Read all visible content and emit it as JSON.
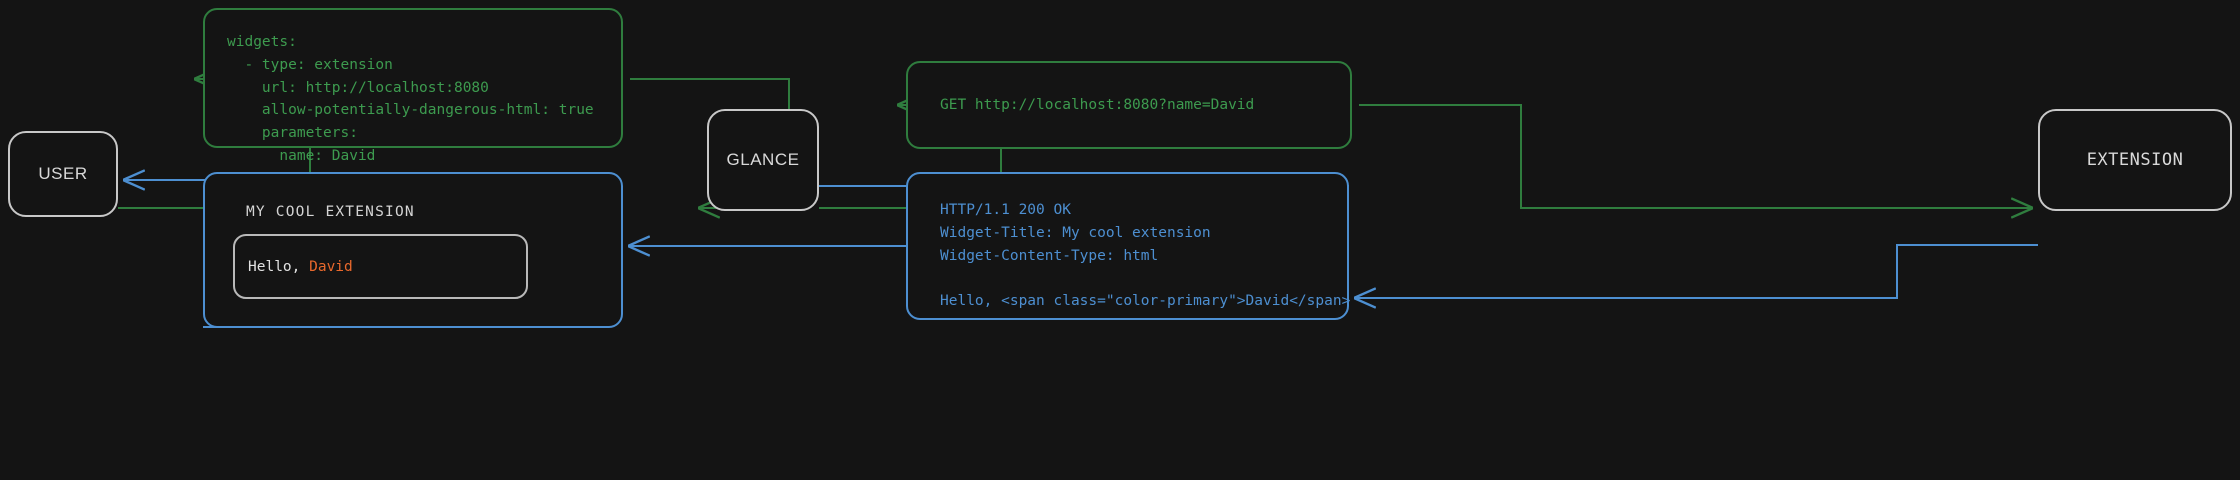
{
  "theme": {
    "background": "#141414",
    "node_border": "#c8c8c8",
    "node_text": "#d9d9d9",
    "request_green": "#2f7d3e",
    "request_green_text": "#3d9b4f",
    "response_blue": "#4d8fd1",
    "accent_orange": "#e8682c",
    "widget_card_border": "#b9b9b9"
  },
  "nodes": {
    "user": {
      "label": "USER"
    },
    "glance": {
      "label": "GLANCE"
    },
    "extension": {
      "label": "EXTENSION"
    }
  },
  "panels": {
    "config": {
      "flow": "request",
      "color": "#2f7d3e",
      "text": "widgets:\n  - type: extension\n    url: http://localhost:8080\n    allow-potentially-dangerous-html: true\n    parameters:\n      name: David"
    },
    "request": {
      "flow": "request",
      "color": "#2f7d3e",
      "text": "GET http://localhost:8080?name=David"
    },
    "response": {
      "flow": "response",
      "color": "#4d8fd1",
      "text": "HTTP/1.1 200 OK\nWidget-Title: My cool extension\nWidget-Content-Type: html\n\nHello, <span class=\"color-primary\">David</span>"
    },
    "widget_preview": {
      "flow": "response",
      "color": "#4d8fd1",
      "title": "MY COOL EXTENSION",
      "card_text_prefix": "Hello, ",
      "card_text_name": "David"
    }
  },
  "edges": [
    {
      "name": "user-to-config",
      "flow": "request",
      "from": "user",
      "to": "config"
    },
    {
      "name": "config-to-glance",
      "flow": "request",
      "from": "config",
      "to": "glance"
    },
    {
      "name": "glance-to-request",
      "flow": "request",
      "from": "glance",
      "to": "request"
    },
    {
      "name": "request-to-extension",
      "flow": "request",
      "from": "request",
      "to": "extension"
    },
    {
      "name": "extension-to-response",
      "flow": "response",
      "from": "extension",
      "to": "response"
    },
    {
      "name": "response-to-glance",
      "flow": "response",
      "from": "response",
      "to": "glance"
    },
    {
      "name": "glance-to-widget",
      "flow": "response",
      "from": "glance",
      "to": "widget_preview"
    },
    {
      "name": "widget-to-user",
      "flow": "response",
      "from": "widget_preview",
      "to": "user"
    }
  ]
}
